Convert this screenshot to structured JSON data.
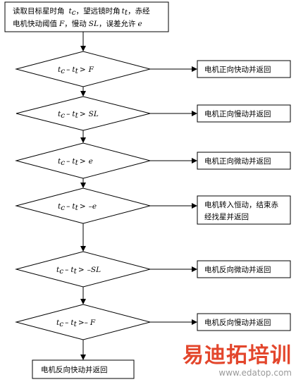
{
  "start": {
    "line1": {
      "pre": "读取目标星时角",
      "v1": "t",
      "s1": "c",
      "mid": "，望远镜时角",
      "v2": "t",
      "s2": "t",
      "post": "，赤经"
    },
    "line2": {
      "pre": "电机快动阈值",
      "v1": "F",
      "mid1": "，慢动",
      "v2": "SL",
      "mid2": "，误差允许",
      "v3": "e"
    }
  },
  "decisions": [
    {
      "v1": "t",
      "s1": "c",
      "op": "–",
      "v2": "t",
      "s2": "t",
      "gt": ">",
      "th": "F"
    },
    {
      "v1": "t",
      "s1": "c",
      "op": "–",
      "v2": "t",
      "s2": "t",
      "gt": ">",
      "th": "SL"
    },
    {
      "v1": "t",
      "s1": "c",
      "op": "–",
      "v2": "t",
      "s2": "t",
      "gt": ">",
      "th": "e"
    },
    {
      "v1": "t",
      "s1": "c",
      "op": "–",
      "v2": "t",
      "s2": "t",
      "gt": ">",
      "th": "–e"
    },
    {
      "v1": "t",
      "s1": "c",
      "op": "–",
      "v2": "t",
      "s2": "t",
      "gt": ">",
      "th": "–SL"
    },
    {
      "v1": "t",
      "s1": "c",
      "op": "–",
      "v2": "t",
      "s2": "t",
      "gt": ">–",
      "th": "F"
    }
  ],
  "results": [
    [
      "电机正向快动并返回"
    ],
    [
      "电机正向慢动并返回"
    ],
    [
      "电机正向微动并返回"
    ],
    [
      "电机转入恒动，结束赤",
      "经找星并返回"
    ],
    [
      "电机反向微动并返回"
    ],
    [
      "电机反向慢动并返回"
    ]
  ],
  "end": {
    "label": "电机反向快动并返回"
  },
  "watermark": {
    "brand": "易迪拓培训",
    "url": "www.edatop.com"
  },
  "colors": {
    "stroke": "#000000",
    "watermark": "#e3462c"
  }
}
